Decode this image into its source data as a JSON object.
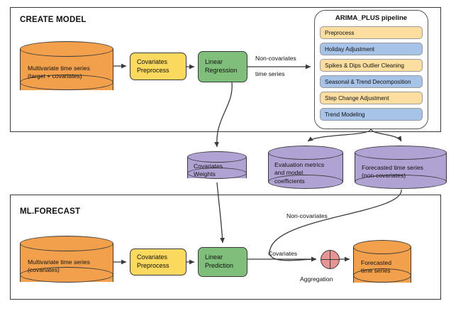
{
  "diagram": {
    "title_top": "CREATE MODEL",
    "title_bottom": "ML.FORECAST"
  },
  "colors": {
    "orange_fill": "#F3A04D",
    "yellow_fill": "#FBD85E",
    "green_fill": "#7FBF7B",
    "purple_fill": "#B1A2D4",
    "pipeline_yellow": "#FCDFA0",
    "pipeline_blue": "#A7C3E8",
    "red_fill": "#E79494",
    "stroke": "#3a3a3a"
  },
  "create_model": {
    "panel_label": "CREATE MODEL",
    "source_db": "Multivariate time series\n(target + covariates)",
    "source_db_line1": "Multivariate time series",
    "source_db_line2": "(target + covariates)",
    "preprocess_box": "Covariates\nPreprocess",
    "preprocess_line1": "Covariates",
    "preprocess_line2": "Preprocess",
    "regression_box": "Linear\nRegression",
    "regression_line1": "Linear",
    "regression_line2": "Regression",
    "edge_label_noncov": "Non-covariates\ntime series",
    "edge_label_noncov_line1": "Non-covariates",
    "edge_label_noncov_line2": "time series"
  },
  "pipeline": {
    "title": "ARIMA_PLUS pipeline",
    "steps": [
      {
        "label": "Preprocess",
        "color": "yellow"
      },
      {
        "label": "Holiday Adjustment",
        "color": "blue"
      },
      {
        "label": "Spikes & Dips Outlier Cleaning",
        "color": "yellow"
      },
      {
        "label": "Seasonal & Trend Decomposition",
        "color": "blue"
      },
      {
        "label": "Step Change Adjustment",
        "color": "yellow"
      },
      {
        "label": "Trend Modeling",
        "color": "blue"
      }
    ]
  },
  "artifacts": {
    "covariates_weights_line1": "Covariates",
    "covariates_weights_line2": "Weights",
    "eval_metrics_line1": "Evaluation metrics",
    "eval_metrics_line2": "and model",
    "eval_metrics_line3": "coefficients",
    "forecast_noncov_line1": "Forecasted time series",
    "forecast_noncov_line2": "(non-covariates)"
  },
  "ml_forecast": {
    "panel_label": "ML.FORECAST",
    "source_db_line1": "Multivariate time series",
    "source_db_line2": "(covariates)",
    "preprocess_line1": "Covariates",
    "preprocess_line2": "Preprocess",
    "prediction_line1": "Linear",
    "prediction_line2": "Prediction",
    "edge_label_covariates": "Covariates",
    "edge_label_noncovariates": "Non-covariates",
    "aggregation_label": "Aggregation",
    "output_db_line1": "Forecasted",
    "output_db_line2": "time series"
  }
}
